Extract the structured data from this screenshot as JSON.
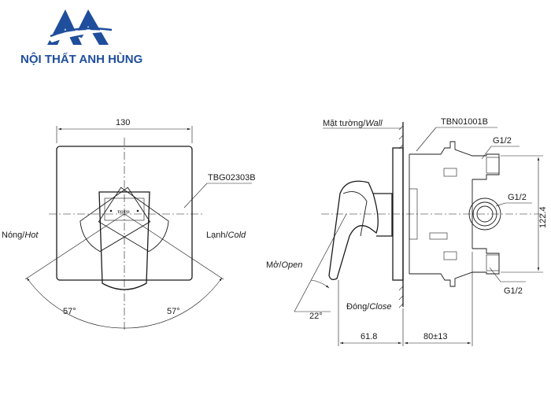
{
  "brand": {
    "name": "NỘI THẤT ANH HÙNG",
    "color": "#1f4e9c"
  },
  "front_view": {
    "width_dim": "130",
    "model": "TBG02303B",
    "hot_label_prefix": "Nóng/",
    "hot_label_italic": "Hot",
    "cold_label_prefix": "Lạnh/",
    "cold_label_italic": "Cold",
    "angle_left": "57°",
    "angle_right": "57°",
    "badge": "TOTO"
  },
  "side_view": {
    "wall_prefix": "Mặt tường/",
    "wall_italic": "Wall",
    "body_model": "TBN01001B",
    "port_top": "G1/2",
    "port_mid": "G1/2",
    "port_bot": "G1/2",
    "height_dim": "122.4",
    "open_prefix": "Mở/",
    "open_italic": "Open",
    "close_prefix": "Đóng/",
    "close_italic": "Close",
    "angle": "22°",
    "dim_left": "61.8",
    "dim_right": "80±13"
  }
}
